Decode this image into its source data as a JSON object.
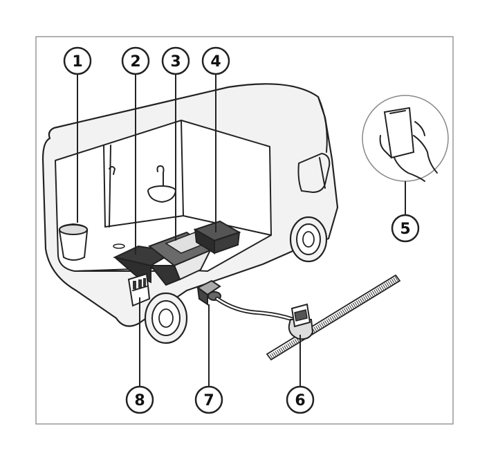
{
  "callouts": [
    {
      "id": "1",
      "label": "1"
    },
    {
      "id": "2",
      "label": "2"
    },
    {
      "id": "3",
      "label": "3"
    },
    {
      "id": "4",
      "label": "4"
    },
    {
      "id": "5",
      "label": "5"
    },
    {
      "id": "6",
      "label": "6"
    },
    {
      "id": "7",
      "label": "7"
    },
    {
      "id": "8",
      "label": "8"
    }
  ],
  "colors": {
    "line": "#222222",
    "panel_fill": "#f2f2f2",
    "interior_fill": "#ffffff",
    "dark_component": "#3a3a3a",
    "mid_component": "#6a6a6a",
    "frame_border": "#999999"
  }
}
